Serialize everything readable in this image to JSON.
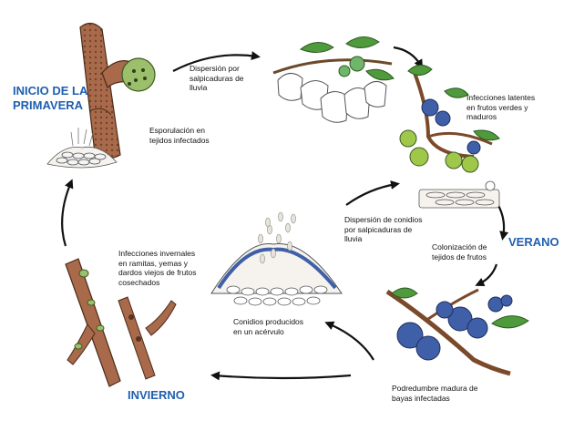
{
  "seasons": {
    "spring": "INICIO DE LA\nPRIMAVERA",
    "summer": "VERANO",
    "winter": "INVIERNO"
  },
  "captions": {
    "rain_splash_top": "Dispersión por\nsalpicaduras de\nlluvia",
    "sporulation": "Esporulación en\ntejidos infectados",
    "latent_infections": "Infecciones latentes\nen frutos verdes y\nmaduros",
    "conidia_dispersal": "Dispersión de conidios\npor salpicaduras de\nlluvia",
    "fruit_colonization": "Colonización de\ntejidos de frutos",
    "winter_infections": "Infecciones invernales\nen ramitas, yemas y\ndardos viejos de frutos\ncosechados",
    "acervulus": "Conidios producidos\nen un acérvulo",
    "ripe_rot": "Podredumbre madura de\nbayas infectadas"
  },
  "colors": {
    "season_text": "#1f5fb0",
    "bark": "#a86a4a",
    "leaf": "#4f9a3c",
    "blueberry": "#3f5fa8",
    "green_fruit": "#9fc84a",
    "arrow": "#111111"
  }
}
